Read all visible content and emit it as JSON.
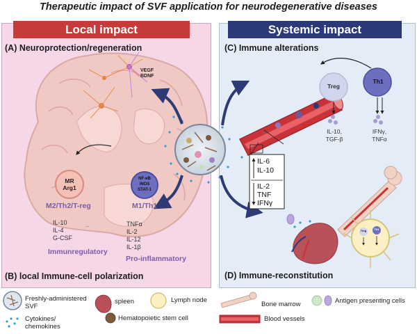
{
  "title": "Therapeutic impact of SVF application for neurodegenerative diseases",
  "local": {
    "banner": "Local impact",
    "section_a": "(A)  Neuroprotection/regeneration",
    "vegf": "VEGF",
    "bdnf": "BDNF",
    "mr_cell": {
      "line1": "MR",
      "line2": "Arg1"
    },
    "nfkb_cell": {
      "line1": "NF-κB",
      "line2": "iNOS",
      "line3": "STAT-1"
    },
    "m2_label": "M2/Th2/T-reg",
    "m1_label": "M1/Th1",
    "anti_cytokines": [
      "IL-10",
      "IL-4",
      "G-CSF"
    ],
    "pro_cytokines": [
      "TNFα",
      "IL-2",
      "IL-12",
      "IL-1β"
    ],
    "immunoregulatory": "Immunregulatory",
    "pro_inflammatory": "Pro-inflammatory",
    "section_b": "(B)  local Immune-cell polarization"
  },
  "systemic": {
    "banner": "Systemic impact",
    "section_c": "(C)  Immune alterations",
    "section_d": "(D)  Immune-reconstitution",
    "treg": "Treg",
    "th1": "Th1",
    "treg_out": [
      "IL-10,",
      "TGF-β"
    ],
    "th1_out": [
      "IFNγ,",
      "TNFα"
    ],
    "box_up": [
      "IL-6",
      "IL-10"
    ],
    "box_down": [
      "IL-2",
      "TNF",
      "IFNγ"
    ],
    "node_treg": "Treg",
    "node_th1": "Th1"
  },
  "legend": {
    "svf": [
      "Freshly-administered",
      "SVF"
    ],
    "cytokines": [
      "Cytokines/",
      "chemokines"
    ],
    "spleen": "spleen",
    "hsc": "Hematopoietic stem cell",
    "lymph": "Lymph node",
    "marrow": "Bone marrow",
    "vessels": "Blood vessels",
    "apc": "Antigen presenting cells"
  },
  "colors": {
    "local_bg": "#f6d7e7",
    "systemic_bg": "#e3ecf7",
    "local_banner": "#c63b39",
    "systemic_banner": "#2c3979",
    "immune_text": "#7a5ca8",
    "vessel": "#c8333a",
    "arrow": "#2d3a74"
  }
}
